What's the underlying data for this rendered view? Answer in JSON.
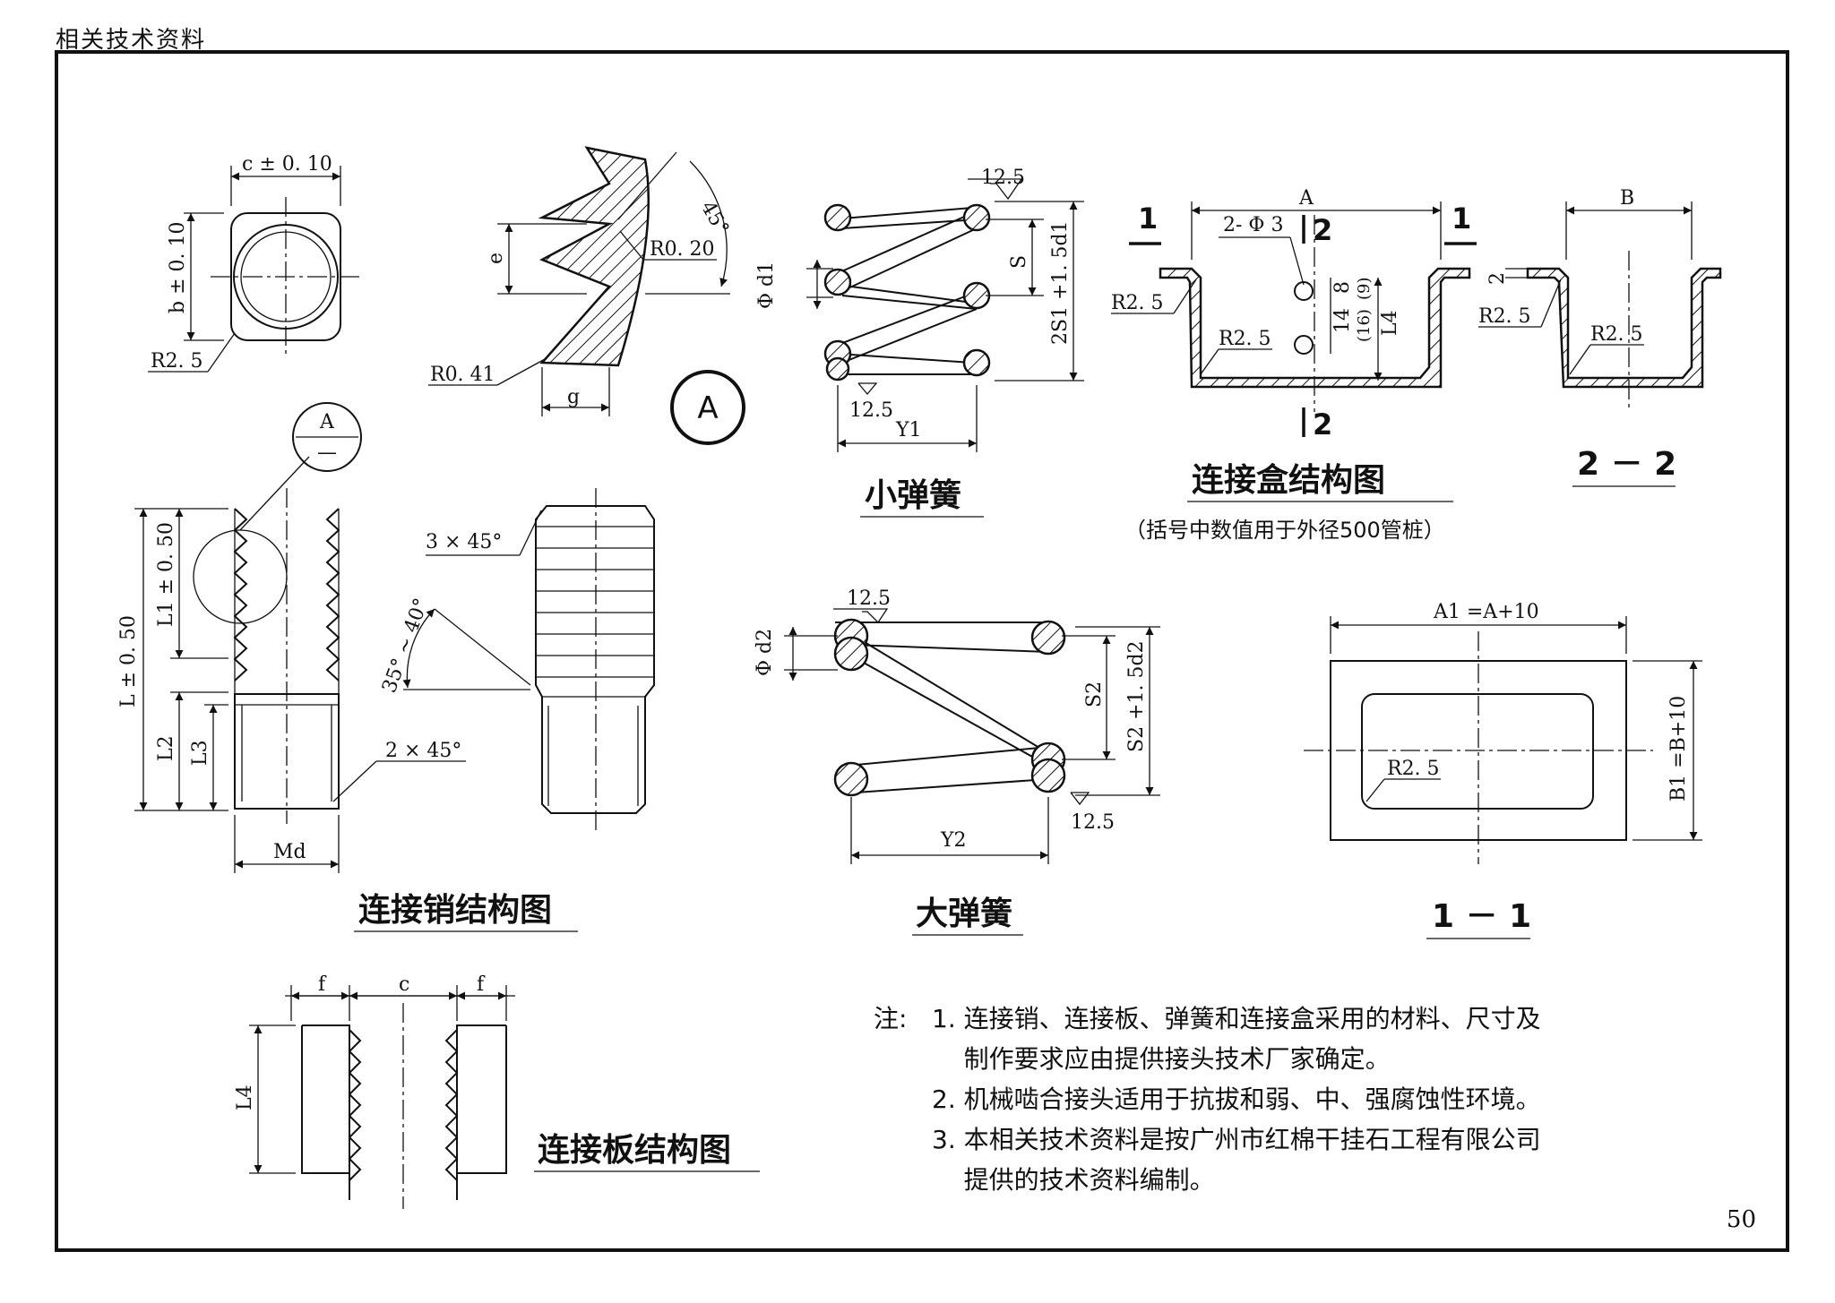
{
  "header": {
    "section": "相关技术资料"
  },
  "page_number": "50",
  "detail_a": {
    "marker": "A",
    "dims": {
      "angle": "45°",
      "pitch": "e",
      "root": "g",
      "r_top": "R0. 20",
      "r_root": "R0. 41"
    }
  },
  "cube": {
    "width": "c ± 0. 10",
    "height": "b ± 0. 10",
    "radius": "R2. 5"
  },
  "small_spring": {
    "title": "小弹簧",
    "dims": {
      "rough_top": "12.5",
      "rough_bot": "12.5",
      "dia": "Φ d1",
      "pitch": "S",
      "height": "2S1 +1. 5d1",
      "width": "Y1"
    }
  },
  "box": {
    "title": "连接盒结构图",
    "subtitle": "（括号中数值用于外径500管桩）",
    "dims": {
      "width": "A",
      "holes": "2- Φ 3",
      "d8": "8",
      "d14": "14",
      "d16": "(16)",
      "d9": "(9)",
      "l4": "L4",
      "r_out": "R2. 5",
      "r_in": "R2. 5"
    },
    "cuts": {
      "left_1": "1",
      "right_1": "1",
      "top_2": "2",
      "bot_2": "2"
    }
  },
  "section_22": {
    "title": "2 － 2",
    "dims": {
      "width": "B",
      "flange": "2",
      "r_out": "R2. 5",
      "r_in": "R2. 5"
    }
  },
  "pin": {
    "title": "连接销结构图",
    "bubble_top": "A",
    "bubble_bot": "—",
    "dims": {
      "total": "L ± 0. 50",
      "l1": "L1 ± 0. 50",
      "l2": "L2",
      "l3": "L3",
      "chamfer": "2 × 45°",
      "md": "Md"
    }
  },
  "pin_side": {
    "dims": {
      "chamfer": "3 × 45°",
      "angle": "35° ~ 40°"
    }
  },
  "big_spring": {
    "title": "大弹簧",
    "dims": {
      "rough_top": "12.5",
      "rough_bot": "12.5",
      "dia": "Φ d2",
      "pitch": "S2",
      "height": "S2 +1. 5d2",
      "width": "Y2"
    }
  },
  "section_11": {
    "title": "1 － 1",
    "dims": {
      "a1": "A1 =A+10",
      "b1": "B1 =B+10",
      "radius": "R2. 5"
    }
  },
  "plate": {
    "title": "连接板结构图",
    "dims": {
      "f_left": "f",
      "c": "c",
      "f_right": "f",
      "l4": "L4"
    }
  },
  "notes": {
    "label": "注:",
    "items": [
      "1. 连接销、连接板、弹簧和连接盒采用的材料、尺寸及",
      "    制作要求应由提供接头技术厂家确定。",
      "2. 机械啮合接头适用于抗拔和弱、中、强腐蚀性环境。",
      "3. 本相关技术资料是按广州市红棉干挂石工程有限公司",
      "    提供的技术资料编制。"
    ]
  }
}
